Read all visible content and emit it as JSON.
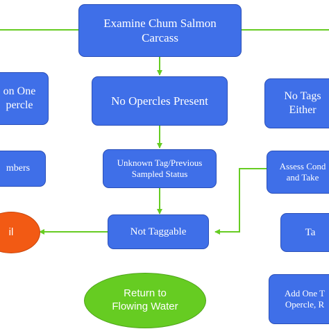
{
  "nodes": {
    "examine": "Examine Chum Salmon\nCarcass",
    "left_top": "on One\npercle",
    "no_opercles": "No Opercles Present",
    "right_top": "No Tags\nEither",
    "left_mid": "mbers",
    "unknown_tag": "Unknown Tag/Previous\nSampled Status",
    "assess": "Assess Cond\nand Take",
    "left_oval": "il",
    "not_taggable": "Not Taggable",
    "right_mid": "Ta",
    "return_water": "Return to\nFlowing Water",
    "add_one": "Add One T\nOpercle, R"
  },
  "colors": {
    "box_fill": "#3f6fe8",
    "box_border": "#2a4fb8",
    "connector": "#66cc22",
    "oval_green": "#66cc22",
    "oval_orange": "#f25a14"
  }
}
